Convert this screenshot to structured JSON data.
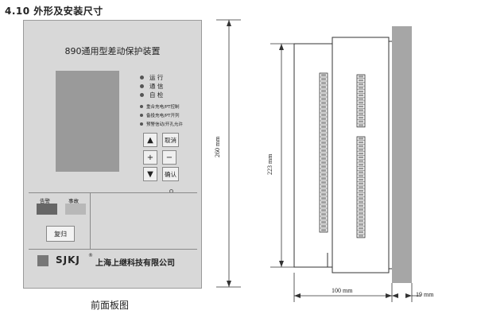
{
  "section_title": "4.10 外形及安装尺寸",
  "front_panel": {
    "device_title": "890通用型差动保护装置",
    "indicators": [
      "运 行",
      "通 信",
      "自 检"
    ],
    "function_indicators": [
      "重合充电/PT控制",
      "备投充电/PT开列",
      "预警信动/开孔允许"
    ],
    "keys": {
      "up": "▲",
      "cancel": "取消",
      "plus": "+",
      "minus": "−",
      "down": "▼",
      "confirm": "确认"
    },
    "signal_labels": [
      "告警",
      "事故"
    ],
    "reset_label": "复归",
    "logo": "SJKJ",
    "logo_mark": "®",
    "company_name": "上海上继科技有限公司"
  },
  "dimensions": {
    "height_total": "260 mm",
    "height_inner": "223 mm",
    "depth": "100 mm",
    "flange": "19 mm"
  },
  "caption": "前面板图"
}
